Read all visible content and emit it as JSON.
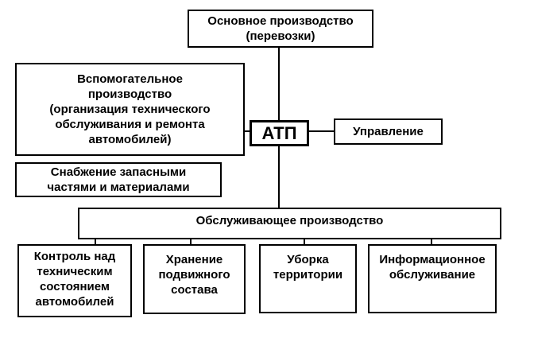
{
  "colors": {
    "line": "#000000",
    "background": "#ffffff"
  },
  "nodes": {
    "main": "Основное производство\n(перевозки)",
    "auxiliary": "Вспомогательное\nпроизводство\n(организация технического\nобслуживания и ремонта\nавтомобилей)",
    "atp": "АТП",
    "management": "Управление",
    "supply": "Снабжение запасными\nчастями и материалами",
    "service": "Обслуживающее производство",
    "service_items": [
      "Контроль над\nтехническим\nсостоянием\nавтомобилей",
      "Хранение\nподвижного\nсостава",
      "Уборка\nтерритории",
      "Информационное\nобслуживание"
    ]
  }
}
